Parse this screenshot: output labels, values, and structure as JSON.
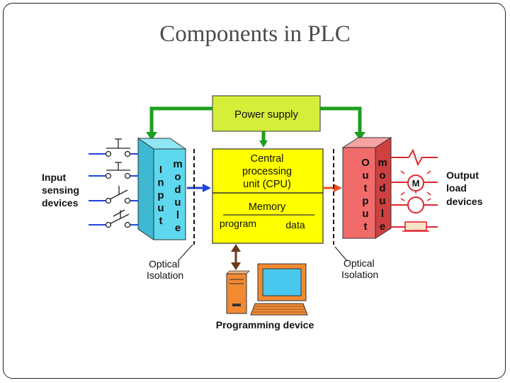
{
  "title": "Components in PLC",
  "diagram": {
    "power_supply": "Power supply",
    "cpu_lines": [
      "Central",
      "processing",
      "unit (CPU)"
    ],
    "memory": "Memory",
    "program": "program",
    "data": "data",
    "input_side_label": [
      "Input",
      "sensing",
      "devices"
    ],
    "output_side_label": [
      "Output",
      "load",
      "devices"
    ],
    "input_module_letters_left": [
      "I",
      "n",
      "p",
      "u",
      "t"
    ],
    "input_module_letters_right": [
      "m",
      "o",
      "d",
      "u",
      "l",
      "e"
    ],
    "output_module_letters_left": [
      "O",
      "u",
      "t",
      "p",
      "u",
      "t"
    ],
    "output_module_letters_right": [
      "m",
      "o",
      "d",
      "u",
      "l",
      "e"
    ],
    "optical_isolation_left": [
      "Optical",
      "Isolation"
    ],
    "optical_isolation_right": [
      "Optical",
      "Isolation"
    ],
    "programming_device": "Programming device",
    "motor_symbol": "M"
  },
  "colors": {
    "power_supply": "#d4ee3a",
    "power_lines": "#1f9e1f",
    "cpu": "#ffff00",
    "input_module": "#5ed8ee",
    "output_module": "#f26b6b",
    "input_wires": "#1c46d8",
    "output_wires": "#e0262f",
    "cpu_to_pc_arrow": "#6b3a1a",
    "computer": "#f28a32",
    "screen": "#48c8ee"
  }
}
